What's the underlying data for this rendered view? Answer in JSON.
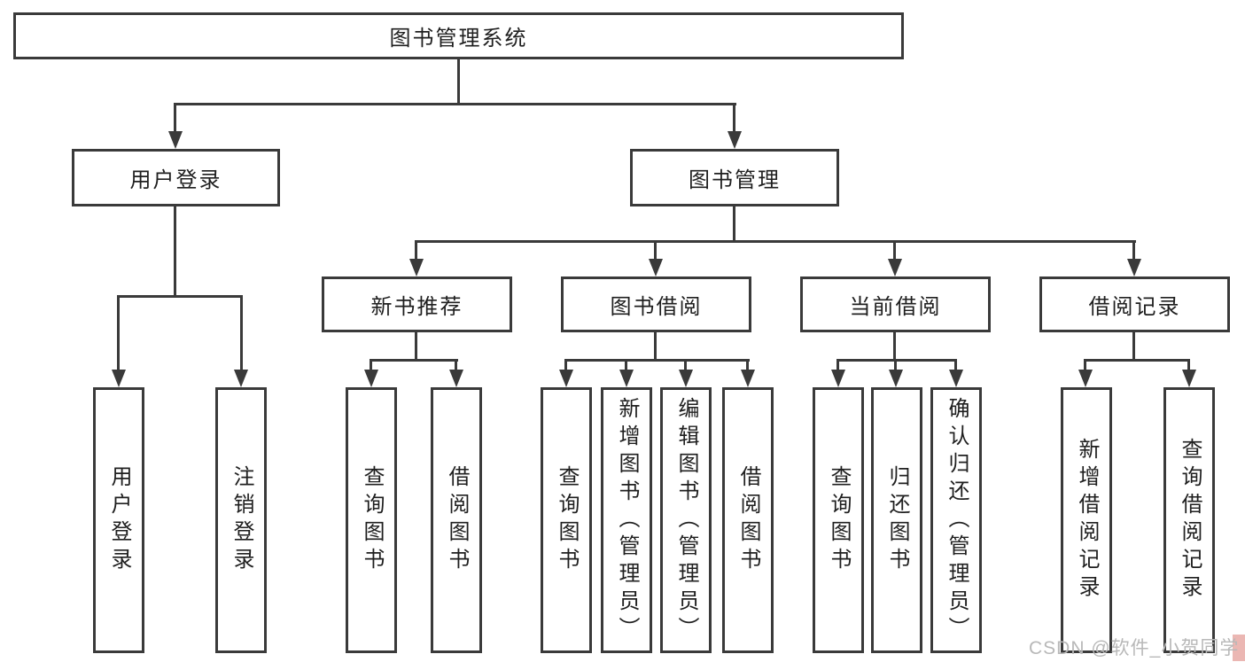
{
  "tree": {
    "root": "图书管理系统",
    "children": [
      {
        "label": "用户登录",
        "children": [
          "用户登录",
          "注销登录"
        ]
      },
      {
        "label": "图书管理",
        "children": [
          {
            "label": "新书推荐",
            "children": [
              "查询图书",
              "借阅图书"
            ]
          },
          {
            "label": "图书借阅",
            "children": [
              "查询图书",
              "新增图书（管理员）",
              "编辑图书（管理员）",
              "借阅图书"
            ]
          },
          {
            "label": "当前借阅",
            "children": [
              "查询图书",
              "归还图书",
              "确认归还（管理员）"
            ]
          },
          {
            "label": "借阅记录",
            "children": [
              "新增借阅记录",
              "查询借阅记录"
            ]
          }
        ]
      }
    ]
  },
  "watermark": "CSDN @软件_小贺同学",
  "colors": {
    "line": "#3a3a3a",
    "box_fill": "#ffffff",
    "text": "#1f1f1f",
    "watermark": "#b8b8b8",
    "background": "#ffffff"
  }
}
